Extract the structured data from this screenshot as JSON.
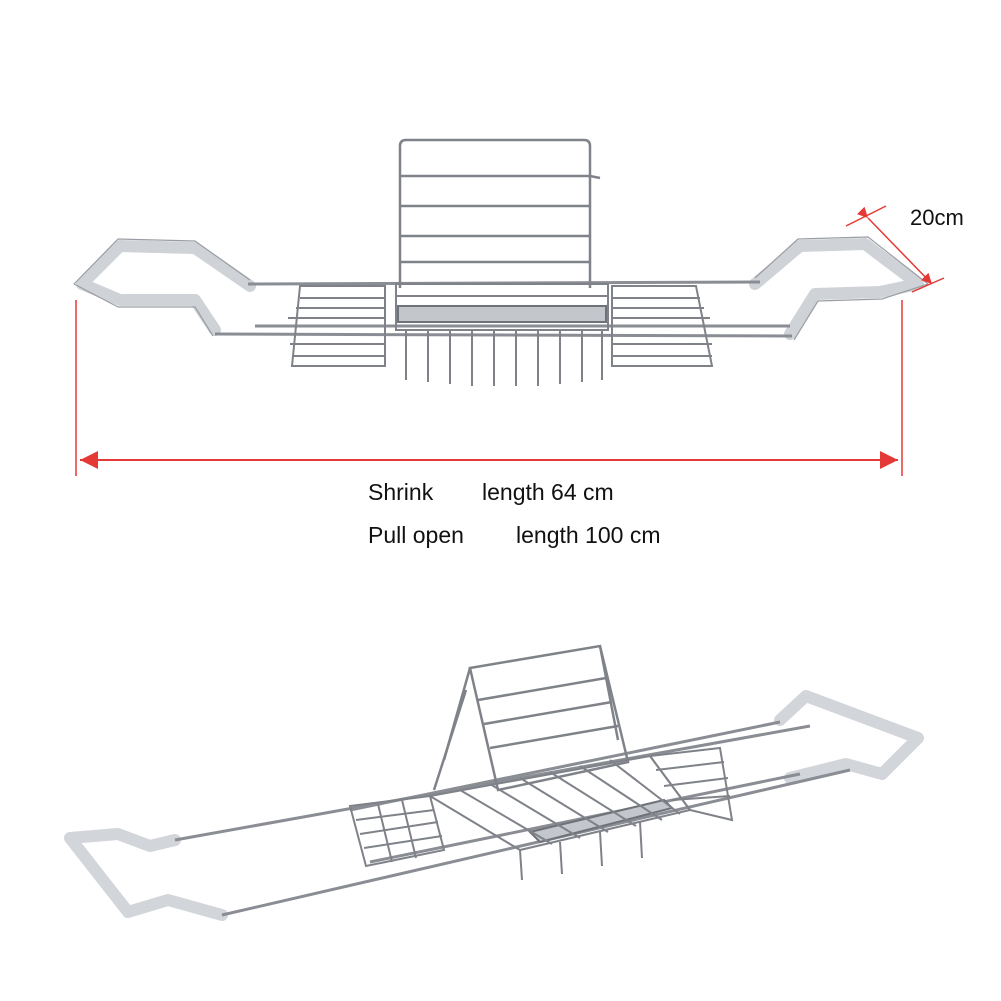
{
  "dimensions": {
    "width_label": "20cm",
    "shrink_label": "Shrink",
    "shrink_value": "length 64 cm",
    "pull_label": "Pull open",
    "pull_value": "length 100 cm"
  },
  "colors": {
    "dimension_line": "#e53935",
    "chrome": "#8a8d93",
    "chrome_light": "#c9ccd1",
    "end_cap": "#dcdcdc"
  }
}
